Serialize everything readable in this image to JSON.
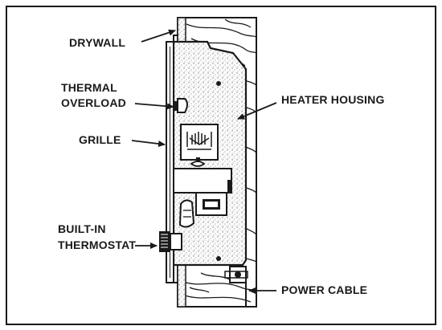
{
  "labels": {
    "drywall": "DRYWALL",
    "thermal_overload": [
      "THERMAL",
      "OVERLOAD"
    ],
    "grille": "GRILLE",
    "built_in_thermostat": [
      "BUILT-IN",
      "THERMOSTAT"
    ],
    "heater_housing": "HEATER HOUSING",
    "power_cable": "POWER CABLE"
  },
  "colors": {
    "ink": "#1a1a1a",
    "stipple": "#8a8a8a",
    "background": "#ffffff"
  }
}
